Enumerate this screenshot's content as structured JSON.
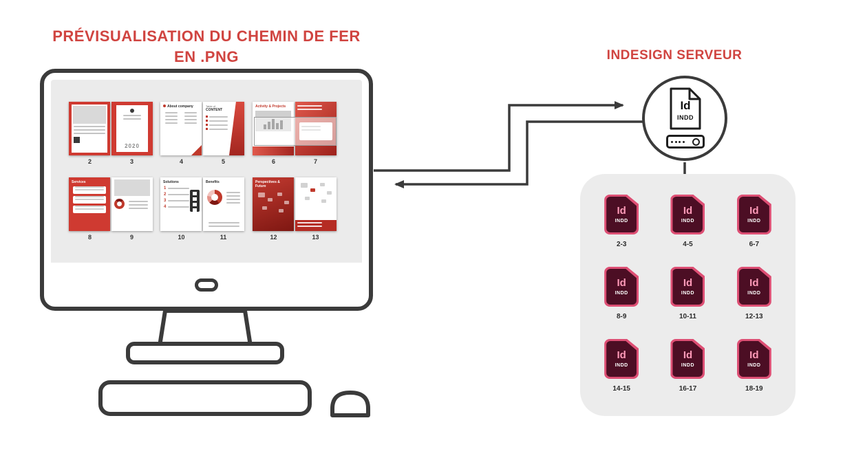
{
  "left_title": {
    "line1": "PRÉVISUALISATION DU CHEMIN DE FER",
    "line2": "EN .PNG"
  },
  "right_title": "INDESIGN SERVEUR",
  "server": {
    "file_id": "Id",
    "file_ext": "INDD"
  },
  "monitor": {
    "spreads": [
      {
        "left_num": "2",
        "right_num": "3",
        "right_title": "2020"
      },
      {
        "left_num": "4",
        "right_num": "5",
        "left_title": "About company",
        "right_subtitle": "Table of",
        "right_title": "CONTENT"
      },
      {
        "left_num": "6",
        "right_num": "7",
        "left_title": "Activity & Projects"
      },
      {
        "left_num": "8",
        "right_num": "9",
        "left_title": "Services"
      },
      {
        "left_num": "10",
        "right_num": "11",
        "left_title": "Solutions",
        "right_title": "Benefits",
        "steps": [
          "1",
          "2",
          "3",
          "4"
        ]
      },
      {
        "left_num": "12",
        "right_num": "13",
        "left_title": "Perspectives & Future"
      }
    ]
  },
  "panel": {
    "files": [
      {
        "id": "Id",
        "ext": "INDD",
        "pages": "2-3"
      },
      {
        "id": "Id",
        "ext": "INDD",
        "pages": "4-5"
      },
      {
        "id": "Id",
        "ext": "INDD",
        "pages": "6-7"
      },
      {
        "id": "Id",
        "ext": "INDD",
        "pages": "8-9"
      },
      {
        "id": "Id",
        "ext": "INDD",
        "pages": "10-11"
      },
      {
        "id": "Id",
        "ext": "INDD",
        "pages": "12-13"
      },
      {
        "id": "Id",
        "ext": "INDD",
        "pages": "14-15"
      },
      {
        "id": "Id",
        "ext": "INDD",
        "pages": "16-17"
      },
      {
        "id": "Id",
        "ext": "INDD",
        "pages": "18-19"
      }
    ]
  },
  "colors": {
    "title_red": "#d04440",
    "outline": "#3b3b3b",
    "brochure_red": "#cf3a31",
    "indd_badge_bg": "#4c0e24",
    "indd_badge_border": "#dd4f74",
    "panel_bg": "#ececec"
  }
}
